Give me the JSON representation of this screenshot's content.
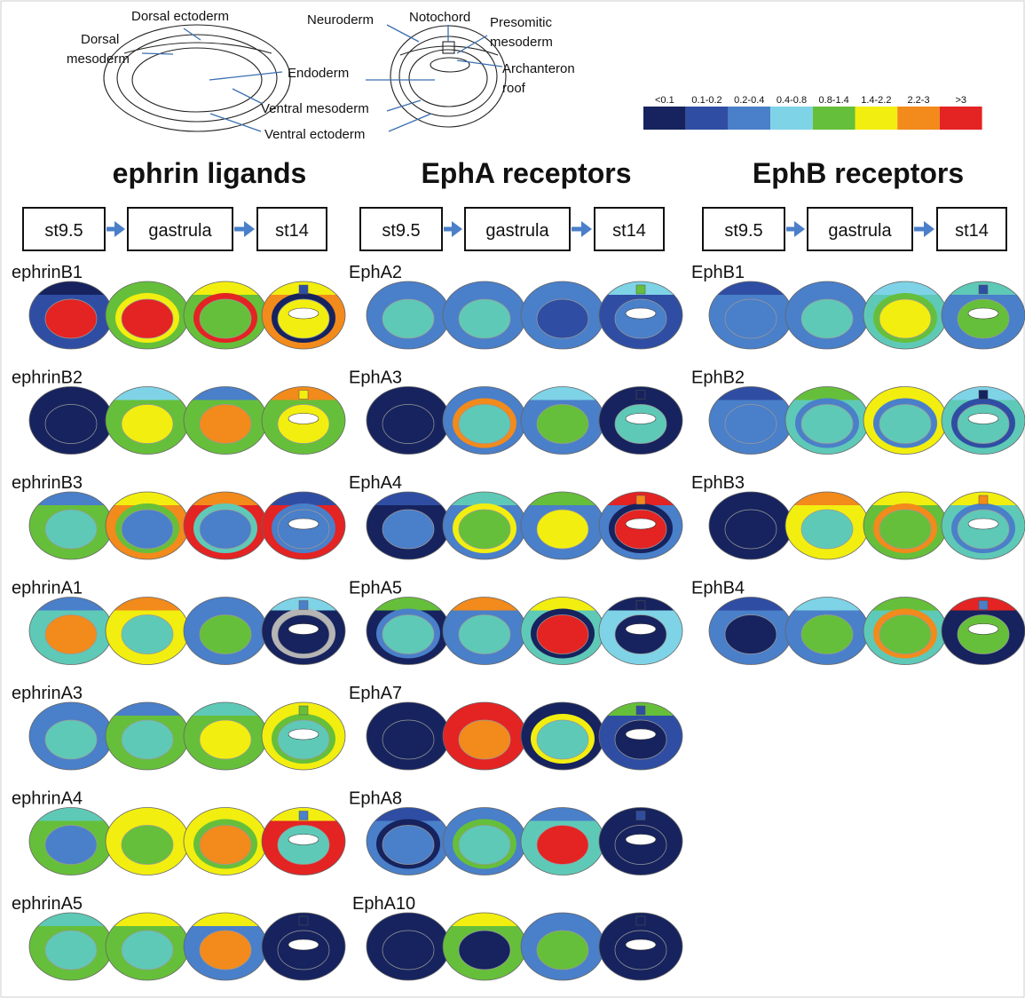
{
  "schematic": {
    "stage1_labels": {
      "dorsal_ectoderm": "Dorsal ectoderm",
      "dorsal_mesoderm_line1": "Dorsal",
      "dorsal_mesoderm_line2": "mesoderm",
      "endoderm": "Endoderm",
      "ventral_mesoderm": "Ventral mesoderm",
      "ventral_ectoderm": "Ventral ectoderm"
    },
    "stage2_labels": {
      "neuroderm": "Neuroderm",
      "notochord": "Notochord",
      "presomitic_line1": "Presomitic",
      "presomitic_line2": "mesoderm",
      "archenteron_line1": "Archanteron",
      "archenteron_line2": "roof"
    }
  },
  "legend": {
    "bins": [
      {
        "label": "<0.1",
        "color": "#16235e"
      },
      {
        "label": "0.1-0.2",
        "color": "#2f4ea3"
      },
      {
        "label": "0.2-0.4",
        "color": "#4a7fc9"
      },
      {
        "label": "0.4-0.8",
        "color": "#7fd3e6"
      },
      {
        "label": "0.8-1.4",
        "color": "#66bf3a"
      },
      {
        "label": "1.4-2.2",
        "color": "#f2ee10"
      },
      {
        "label": "2.2-3",
        "color": "#f28a1c"
      },
      {
        "label": ">3",
        "color": "#e42323"
      }
    ]
  },
  "stage_flow": [
    "st9.5",
    "gastrula",
    "st14"
  ],
  "columns": [
    {
      "title": "ephrin ligands",
      "genes": [
        {
          "name": "ephrinB1",
          "embryos": [
            {
              "ecto": "#2f4ea3",
              "dorsal": "#16235e",
              "endo": "#e42323"
            },
            {
              "ecto": "#66bf3a",
              "dorsal": "#66bf3a",
              "meso": "#f2ee10",
              "endo": "#e42323"
            },
            {
              "ecto": "#66bf3a",
              "dorsal": "#f2ee10",
              "meso": "#e42323",
              "endo": "#66bf3a"
            },
            {
              "ecto": "#f28a1c",
              "dorsal": "#f2ee10",
              "meso": "#16235e",
              "endo": "#f2ee10",
              "noto": "#2f4ea3"
            }
          ]
        },
        {
          "name": "ephrinB2",
          "embryos": [
            {
              "ecto": "#16235e",
              "dorsal": "#16235e",
              "endo": "#16235e"
            },
            {
              "ecto": "#66bf3a",
              "dorsal": "#7fd3e6",
              "endo": "#f2ee10"
            },
            {
              "ecto": "#66bf3a",
              "dorsal": "#4a7fc9",
              "endo": "#f28a1c"
            },
            {
              "ecto": "#66bf3a",
              "dorsal": "#f28a1c",
              "endo": "#f2ee10",
              "noto": "#f2ee10"
            }
          ]
        },
        {
          "name": "ephrinB3",
          "embryos": [
            {
              "ecto": "#66bf3a",
              "dorsal": "#4a7fc9",
              "endo": "#5fc9b7"
            },
            {
              "ecto": "#f28a1c",
              "dorsal": "#f2ee10",
              "meso": "#66bf3a",
              "endo": "#4a7fc9"
            },
            {
              "ecto": "#e42323",
              "dorsal": "#f28a1c",
              "meso": "#5fc9b7",
              "endo": "#4a7fc9"
            },
            {
              "ecto": "#e42323",
              "dorsal": "#2f4ea3",
              "meso": "#4a7fc9",
              "endo": "#4a7fc9"
            }
          ]
        },
        {
          "name": "ephrinA1",
          "embryos": [
            {
              "ecto": "#5fc9b7",
              "dorsal": "#4a7fc9",
              "endo": "#f28a1c"
            },
            {
              "ecto": "#f2ee10",
              "dorsal": "#f28a1c",
              "endo": "#5fc9b7"
            },
            {
              "ecto": "#4a7fc9",
              "dorsal": "#4a7fc9",
              "endo": "#66bf3a"
            },
            {
              "ecto": "#16235e",
              "dorsal": "#7fd3e6",
              "meso": "#b5b5b5",
              "endo": "#16235e",
              "noto": "#4a7fc9"
            }
          ]
        },
        {
          "name": "ephrinA3",
          "embryos": [
            {
              "ecto": "#4a7fc9",
              "dorsal": "#4a7fc9",
              "endo": "#5fc9b7"
            },
            {
              "ecto": "#66bf3a",
              "dorsal": "#4a7fc9",
              "endo": "#5fc9b7"
            },
            {
              "ecto": "#66bf3a",
              "dorsal": "#5fc9b7",
              "endo": "#f2ee10"
            },
            {
              "ecto": "#f2ee10",
              "dorsal": "#f2ee10",
              "meso": "#66bf3a",
              "endo": "#5fc9b7",
              "noto": "#66bf3a"
            }
          ]
        },
        {
          "name": "ephrinA4",
          "embryos": [
            {
              "ecto": "#66bf3a",
              "dorsal": "#5fc9b7",
              "endo": "#4a7fc9"
            },
            {
              "ecto": "#f2ee10",
              "dorsal": "#f2ee10",
              "endo": "#66bf3a"
            },
            {
              "ecto": "#f2ee10",
              "dorsal": "#f2ee10",
              "meso": "#66bf3a",
              "endo": "#f28a1c"
            },
            {
              "ecto": "#e42323",
              "dorsal": "#f2ee10",
              "endo": "#5fc9b7",
              "noto": "#4a7fc9"
            }
          ]
        },
        {
          "name": "ephrinA5",
          "embryos": [
            {
              "ecto": "#66bf3a",
              "dorsal": "#5fc9b7",
              "endo": "#5fc9b7"
            },
            {
              "ecto": "#66bf3a",
              "dorsal": "#f2ee10",
              "endo": "#5fc9b7"
            },
            {
              "ecto": "#4a7fc9",
              "dorsal": "#f2ee10",
              "endo": "#f28a1c"
            },
            {
              "ecto": "#16235e",
              "dorsal": "#16235e",
              "endo": "#16235e",
              "noto": "#16235e"
            }
          ]
        }
      ]
    },
    {
      "title": "EphA receptors",
      "genes": [
        {
          "name": "EphA2",
          "embryos": [
            {
              "ecto": "#4a7fc9",
              "dorsal": "#4a7fc9",
              "endo": "#5fc9b7"
            },
            {
              "ecto": "#4a7fc9",
              "dorsal": "#4a7fc9",
              "endo": "#5fc9b7"
            },
            {
              "ecto": "#4a7fc9",
              "dorsal": "#4a7fc9",
              "endo": "#2f4ea3"
            },
            {
              "ecto": "#2f4ea3",
              "dorsal": "#7fd3e6",
              "endo": "#4a7fc9",
              "noto": "#66bf3a"
            }
          ]
        },
        {
          "name": "EphA3",
          "embryos": [
            {
              "ecto": "#16235e",
              "dorsal": "#16235e",
              "endo": "#16235e"
            },
            {
              "ecto": "#4a7fc9",
              "dorsal": "#4a7fc9",
              "meso": "#f28a1c",
              "endo": "#5fc9b7"
            },
            {
              "ecto": "#4a7fc9",
              "dorsal": "#7fd3e6",
              "endo": "#66bf3a"
            },
            {
              "ecto": "#16235e",
              "dorsal": "#16235e",
              "endo": "#5fc9b7",
              "noto": "#16235e"
            }
          ]
        },
        {
          "name": "EphA4",
          "embryos": [
            {
              "ecto": "#16235e",
              "dorsal": "#2f4ea3",
              "endo": "#4a7fc9"
            },
            {
              "ecto": "#4a7fc9",
              "dorsal": "#5fc9b7",
              "meso": "#f2ee10",
              "endo": "#66bf3a"
            },
            {
              "ecto": "#4a7fc9",
              "dorsal": "#66bf3a",
              "endo": "#f2ee10"
            },
            {
              "ecto": "#4a7fc9",
              "dorsal": "#e42323",
              "meso": "#16235e",
              "endo": "#e42323",
              "noto": "#f28a1c"
            }
          ]
        },
        {
          "name": "EphA5",
          "embryos": [
            {
              "ecto": "#16235e",
              "dorsal": "#66bf3a",
              "meso": "#4a7fc9",
              "endo": "#5fc9b7"
            },
            {
              "ecto": "#4a7fc9",
              "dorsal": "#f28a1c",
              "endo": "#5fc9b7"
            },
            {
              "ecto": "#5fc9b7",
              "dorsal": "#f2ee10",
              "meso": "#16235e",
              "endo": "#e42323"
            },
            {
              "ecto": "#7fd3e6",
              "dorsal": "#16235e",
              "endo": "#16235e",
              "noto": "#16235e"
            }
          ]
        },
        {
          "name": "EphA7",
          "embryos": [
            {
              "ecto": "#16235e",
              "dorsal": "#16235e",
              "endo": "#16235e"
            },
            {
              "ecto": "#e42323",
              "dorsal": "#e42323",
              "endo": "#f28a1c"
            },
            {
              "ecto": "#16235e",
              "dorsal": "#16235e",
              "meso": "#f2ee10",
              "endo": "#5fc9b7"
            },
            {
              "ecto": "#2f4ea3",
              "dorsal": "#66bf3a",
              "endo": "#16235e",
              "noto": "#2f4ea3"
            }
          ]
        },
        {
          "name": "EphA8",
          "embryos": [
            {
              "ecto": "#4a7fc9",
              "dorsal": "#2f4ea3",
              "meso": "#16235e",
              "endo": "#4a7fc9"
            },
            {
              "ecto": "#4a7fc9",
              "dorsal": "#4a7fc9",
              "meso": "#66bf3a",
              "endo": "#5fc9b7"
            },
            {
              "ecto": "#5fc9b7",
              "dorsal": "#4a7fc9",
              "endo": "#e42323"
            },
            {
              "ecto": "#16235e",
              "dorsal": "#16235e",
              "endo": "#16235e",
              "noto": "#2f4ea3"
            }
          ]
        },
        {
          "name": "EphA10",
          "embryos": [
            {
              "ecto": "#16235e",
              "dorsal": "#16235e",
              "endo": "#16235e"
            },
            {
              "ecto": "#66bf3a",
              "dorsal": "#f2ee10",
              "endo": "#16235e"
            },
            {
              "ecto": "#4a7fc9",
              "dorsal": "#4a7fc9",
              "endo": "#66bf3a"
            },
            {
              "ecto": "#16235e",
              "dorsal": "#16235e",
              "endo": "#16235e",
              "noto": "#16235e"
            }
          ]
        }
      ]
    },
    {
      "title": "EphB receptors",
      "genes": [
        {
          "name": "EphB1",
          "embryos": [
            {
              "ecto": "#4a7fc9",
              "dorsal": "#2f4ea3",
              "endo": "#4a7fc9"
            },
            {
              "ecto": "#4a7fc9",
              "dorsal": "#4a7fc9",
              "endo": "#5fc9b7"
            },
            {
              "ecto": "#5fc9b7",
              "dorsal": "#7fd3e6",
              "meso": "#66bf3a",
              "endo": "#f2ee10"
            },
            {
              "ecto": "#4a7fc9",
              "dorsal": "#5fc9b7",
              "endo": "#66bf3a",
              "noto": "#2f4ea3"
            }
          ]
        },
        {
          "name": "EphB2",
          "embryos": [
            {
              "ecto": "#4a7fc9",
              "dorsal": "#2f4ea3",
              "endo": "#4a7fc9"
            },
            {
              "ecto": "#5fc9b7",
              "dorsal": "#66bf3a",
              "meso": "#4a7fc9",
              "endo": "#5fc9b7"
            },
            {
              "ecto": "#f2ee10",
              "dorsal": "#f2ee10",
              "meso": "#4a7fc9",
              "endo": "#5fc9b7"
            },
            {
              "ecto": "#5fc9b7",
              "dorsal": "#7fd3e6",
              "meso": "#2f4ea3",
              "endo": "#5fc9b7",
              "noto": "#16235e"
            }
          ]
        },
        {
          "name": "EphB3",
          "embryos": [
            {
              "ecto": "#16235e",
              "dorsal": "#16235e",
              "endo": "#16235e"
            },
            {
              "ecto": "#f2ee10",
              "dorsal": "#f28a1c",
              "endo": "#5fc9b7"
            },
            {
              "ecto": "#66bf3a",
              "dorsal": "#f2ee10",
              "meso": "#f28a1c",
              "endo": "#66bf3a"
            },
            {
              "ecto": "#5fc9b7",
              "dorsal": "#f2ee10",
              "meso": "#4a7fc9",
              "endo": "#5fc9b7",
              "noto": "#f28a1c"
            }
          ]
        },
        {
          "name": "EphB4",
          "embryos": [
            {
              "ecto": "#4a7fc9",
              "dorsal": "#2f4ea3",
              "endo": "#16235e"
            },
            {
              "ecto": "#4a7fc9",
              "dorsal": "#7fd3e6",
              "endo": "#66bf3a"
            },
            {
              "ecto": "#5fc9b7",
              "dorsal": "#66bf3a",
              "meso": "#f28a1c",
              "endo": "#66bf3a"
            },
            {
              "ecto": "#16235e",
              "dorsal": "#e42323",
              "endo": "#66bf3a",
              "noto": "#4a7fc9"
            }
          ]
        }
      ]
    }
  ]
}
